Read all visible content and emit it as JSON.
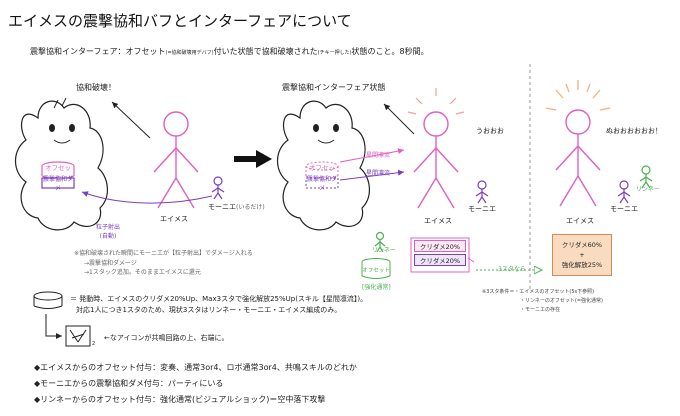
{
  "title": "エイメスの震撃協和バフとインターフェアについて",
  "subtitle": {
    "before": "震撃協和インターフェア：オフセット",
    "small1": "(=協和破壊用デバフ)",
    "middle": "付いた状態で協和破壊された",
    "small2": "(チキー押した)",
    "after": "状態のこと。8秒間。"
  },
  "left_scene": {
    "break_label": "協和破壊！",
    "offset_label": "オフセット",
    "buff_label": "震撃協和ダメ",
    "aimes_label": "エイメス",
    "monie_label": "モーニエ",
    "monie_note": "(いるだけ)",
    "particle_label": "粒子射出",
    "particle_note": "(自動)"
  },
  "mid_scene": {
    "heading": "震撃協和インターフェア状態",
    "arrow1_label": "星間凛流",
    "arrow2_label": "星間凛流",
    "offset_label": "オフセット",
    "buff_label": "震撃協和ダメ",
    "shout": "うおおお",
    "aimes_label": "エイメス",
    "monie_label": "モーニエ",
    "box1": "クリダメ20%",
    "box2": "クリダメ20%",
    "linnie_label": "リンネー",
    "linnie_offset": "オフセット",
    "linnie_state": "[強化通常]",
    "stack_label": "3スタなら"
  },
  "right_scene": {
    "shout": "ぬおおおおおお！",
    "linnie_label": "リンネー",
    "monie_label": "モーニエ",
    "aimes_label": "エイメス",
    "box_line1": "クリダメ60%",
    "box_line2": "+",
    "box_line3": "強化解放25%"
  },
  "notes": {
    "line1": "※協和破壊された瞬間にモーニエが【粒子射出】でダメージ入れる",
    "line2": "→震撃協和ダメージ",
    "line3": "→1スタック追加。そのままエイメスに還元"
  },
  "conditions": {
    "line1": "※3スタ条件＝・エイメスのオフセット(5s下参照)",
    "line2": "・リンネーのオフセット(=強化通常)",
    "line3": "・モーニエの存在"
  },
  "legend": {
    "line1": "＝ 発動時、エイメスのクリダメ20%Up、Max3スタで強化解放25%Up(スキル【星間凛流】)。",
    "line2": "対応1人につき1スタのため、現状3スタはリンネー・モーニエ・エイメス編成のみ。",
    "icon_note": "←なアイコンが共鳴回路の上、右端に。"
  },
  "bullets": [
    "◆エイメスからのオフセット付与：変奏、通常3or4、ロボ通常3or4、共鳴スキルのどれか",
    "◆モーニエからの震撃協和ダメ付与：パーティにいる",
    "◆リンネーからのオフセット付与：強化通常(ビジュアルショック)＝空中落下攻撃"
  ],
  "colors": {
    "pink": "#e060c0",
    "purple": "#7a3fc0",
    "green": "#4caf50",
    "orange_fill": "#f9dcc0",
    "sunray": "#f0a0a0"
  }
}
